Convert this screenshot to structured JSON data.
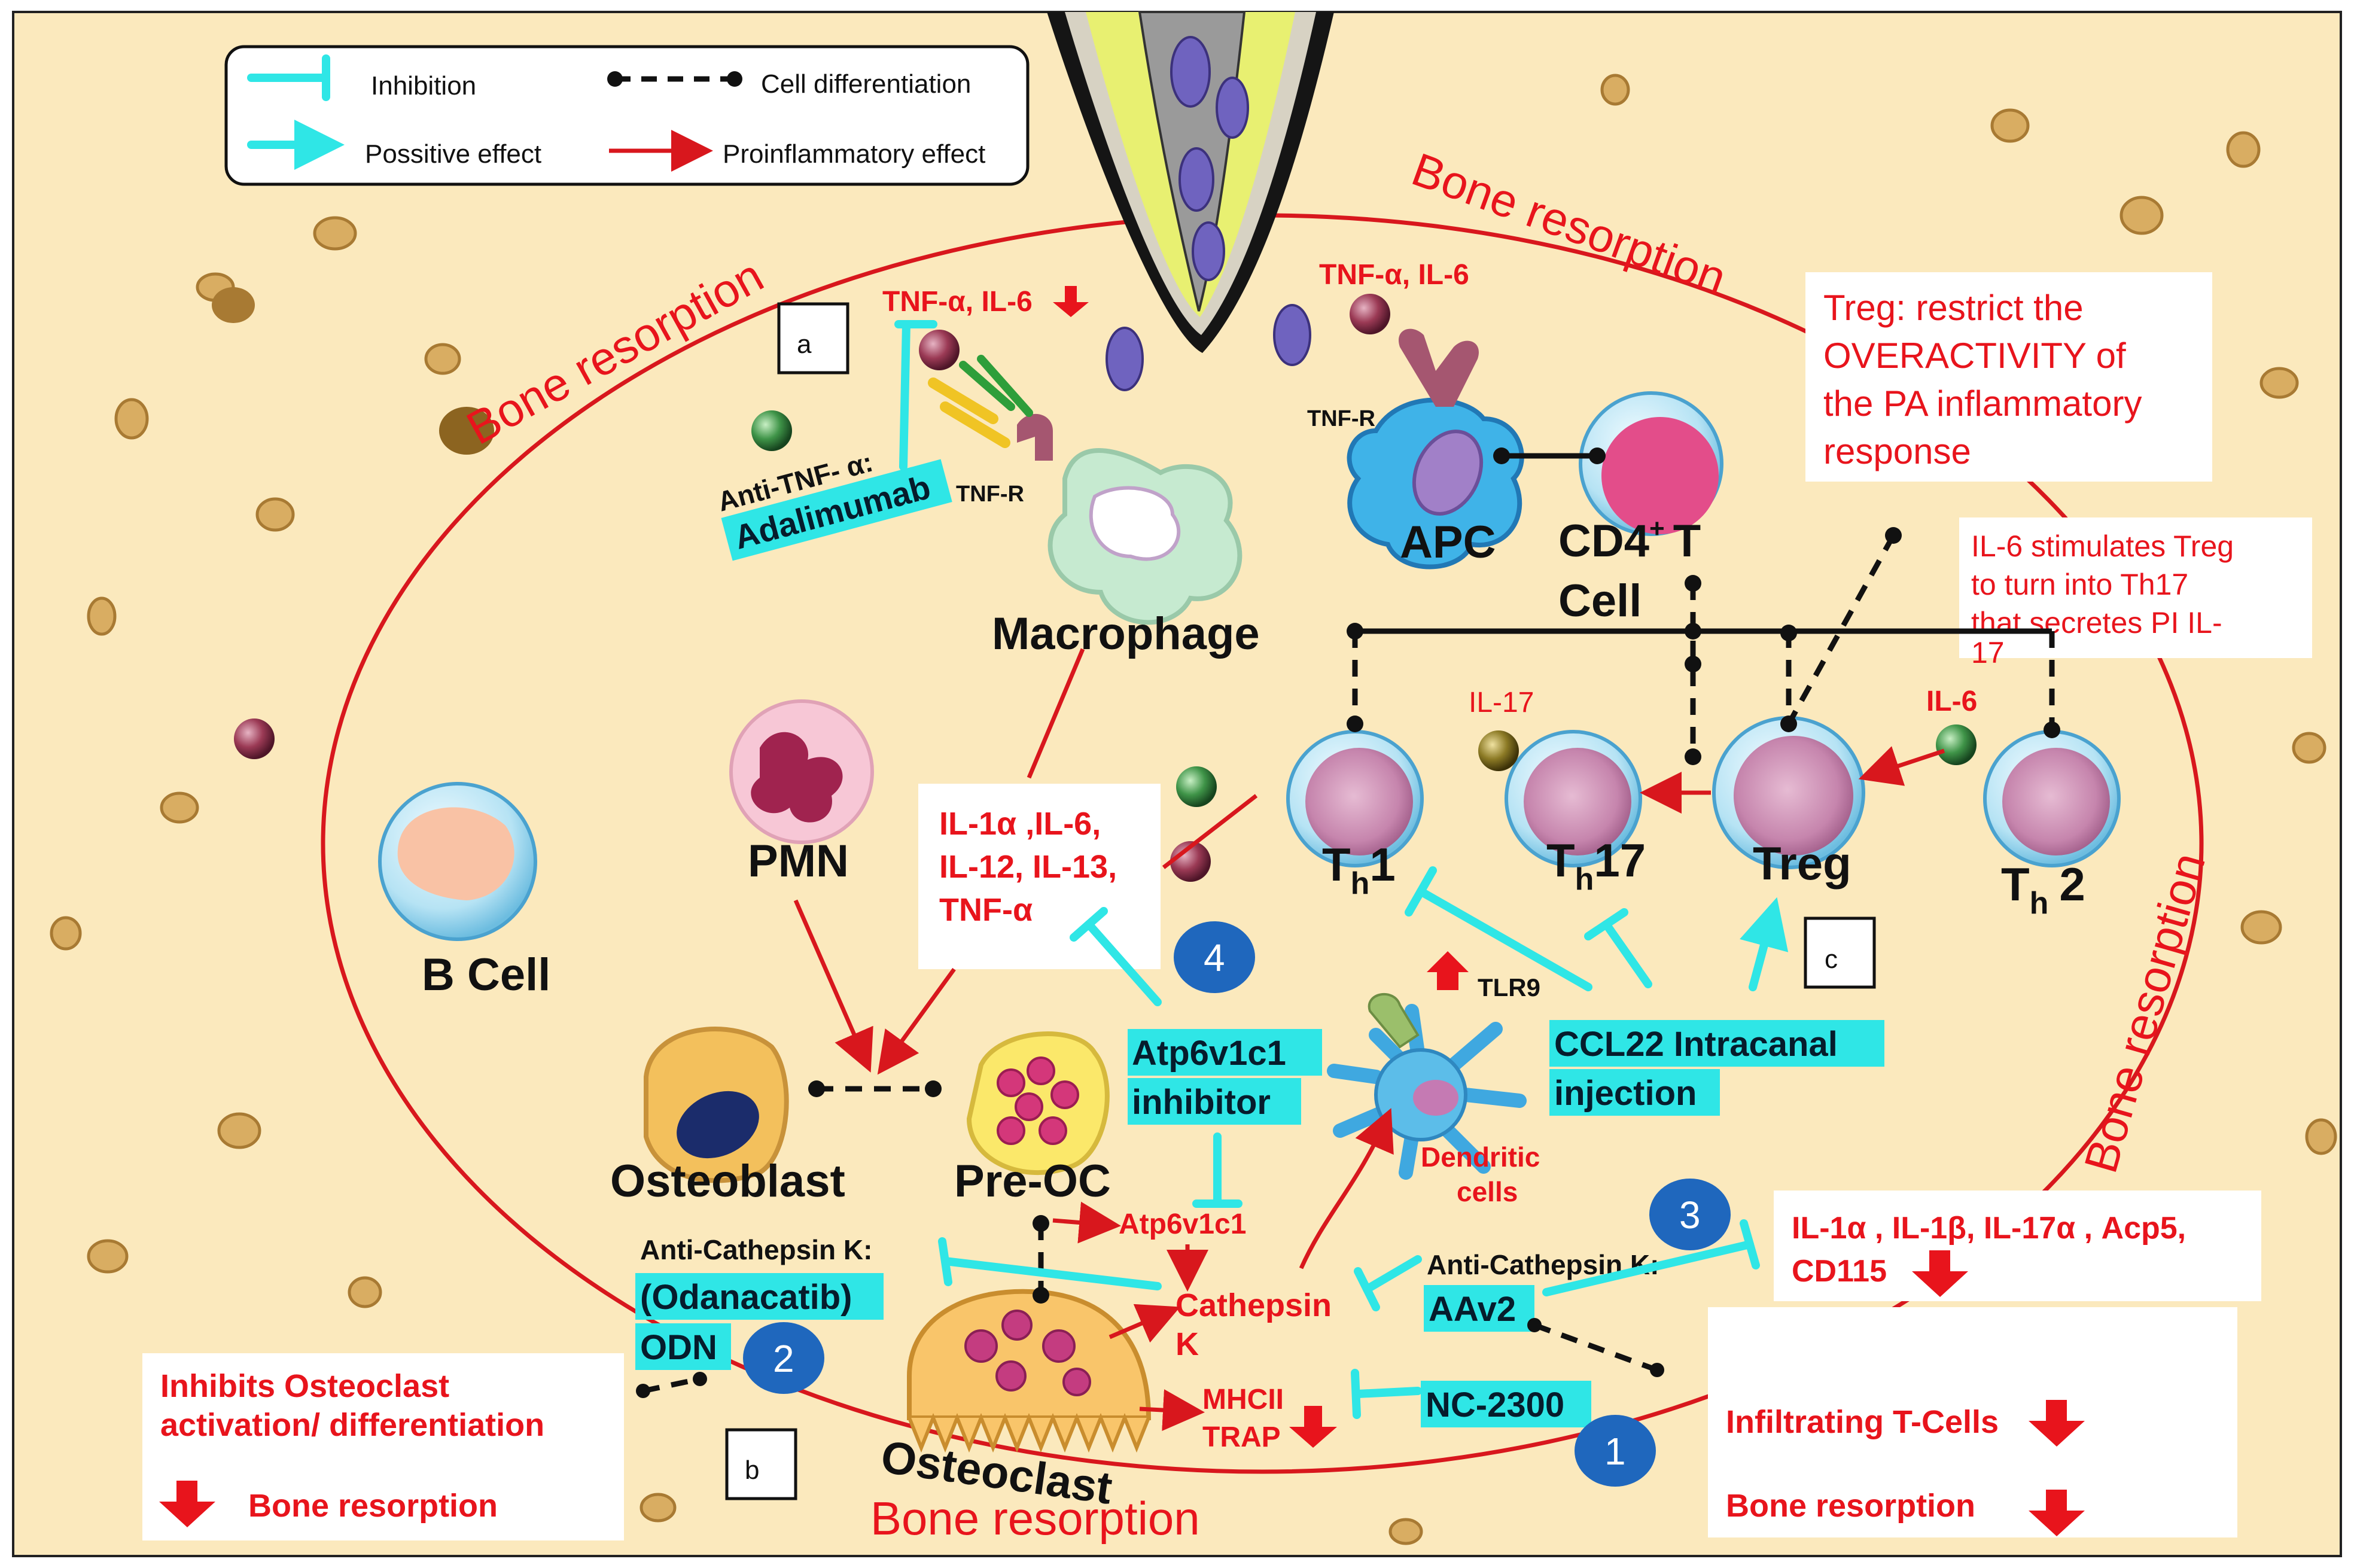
{
  "legend": {
    "inhibition": "Inhibition",
    "positive": "Possitive effect",
    "differentiation": "Cell differentiation",
    "proinflammatory": "Proinflammatory effect"
  },
  "bone_labels": [
    "Bone resorption",
    "Bone resorption",
    "Bone resorption",
    "Bone resorption"
  ],
  "panel_letters": [
    "a",
    "b",
    "c"
  ],
  "numbers": [
    "1",
    "2",
    "3",
    "4"
  ],
  "cells": {
    "macrophage": "Macrophage",
    "apc": "APC",
    "cd4_a": "CD4",
    "cd4_sup": "+",
    "cd4_b": "T",
    "cd4_cell": "Cell",
    "pmn": "PMN",
    "bcell": "B Cell",
    "osteoblast": "Osteoblast",
    "preoc": "Pre-OC",
    "osteoclast": "Osteoclast",
    "treg": "Treg",
    "th1_main": "T",
    "th1_sub": "h",
    "th1_num": "1",
    "th17_main": "T",
    "th17_sub": "h",
    "th17_num": "17",
    "th2_main": "T",
    "th2_sub": "h",
    "th2_num": "2",
    "dendritic_1": "Dendritic",
    "dendritic_2": "cells"
  },
  "labels": {
    "tnf_il6_a": "TNF-α, IL-6",
    "tnf_il6_b": "TNF-α, IL-6",
    "tnfr_a": "TNF-R",
    "tnfr_b": "TNF-R",
    "anti_tnf": "Anti-TNF- α:",
    "adalimumab": "Adalimumab",
    "il17": "IL-17",
    "il6": "IL-6",
    "tlr9": "TLR9",
    "atp6v1c1": "Atp6v1c1",
    "cathepsin_1": "Cathepsin",
    "cathepsin_2": "K",
    "mhcii": "MHCII",
    "trap": "TRAP",
    "anti_cat_1": "Anti-Cathepsin K:",
    "anti_cat_2": "Anti-Cathepsin K:"
  },
  "drugs": {
    "odanacatib": "(Odanacatib)",
    "odn": "ODN",
    "atp_inh_1": "Atp6v1c1",
    "atp_inh_2": "inhibitor",
    "ccl22_1": "CCL22 Intracanal",
    "ccl22_2": "injection",
    "aav2": "AAv2",
    "nc2300": "NC-2300"
  },
  "boxes": {
    "treg_box": [
      "Treg: restrict the",
      "OVERACTIVITY of",
      "the PA inflammatory",
      "response"
    ],
    "il6_box": [
      "IL-6 stimulates Treg",
      "to turn into Th17",
      "that secretes PI IL-",
      "17"
    ],
    "cytokines_box": [
      "IL-1α ,IL-6,",
      "IL-12, IL-13,",
      "TNF-α"
    ],
    "il1_box": [
      "IL-1α , IL-1β, IL-17α , Acp5,",
      "CD115"
    ],
    "infiltrating": "Infiltrating T-Cells",
    "bone_res_right": "Bone resorption",
    "inhibits_1": "Inhibits Osteoclast",
    "inhibits_2": "activation/ differentiation",
    "bone_res_left": "Bone resorption"
  },
  "colors": {
    "background": "#fbe9bd",
    "bone_red": "#e8141c",
    "cyan_effect": "#2fe6e6",
    "drug_label": "#2fe6e6"
  }
}
